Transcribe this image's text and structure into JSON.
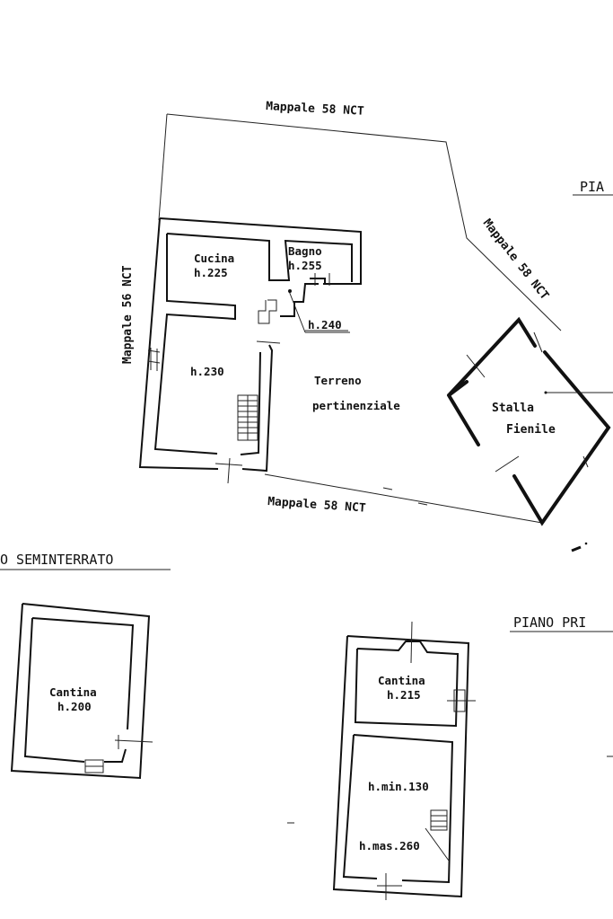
{
  "boundaries": {
    "north": "Mappale 58 NCT",
    "west": "Mappale 56 NCT",
    "east": "Mappale 58 NCT",
    "south": "Mappale 58 NCT"
  },
  "ground_floor": {
    "title_partial": "PIA",
    "rooms": [
      {
        "name": "Cucina",
        "height": "h.225"
      },
      {
        "name": "Bagno",
        "height": "h.255"
      },
      {
        "name": "",
        "height": "h.240"
      },
      {
        "name": "",
        "height": "h.230"
      }
    ],
    "yard": [
      "Terreno",
      "pertinenziale"
    ],
    "stable": [
      "Stalla",
      "Fienile"
    ]
  },
  "basement": {
    "title_partial": "O SEMINTERRATO",
    "room": {
      "name": "Cantina",
      "height": "h.200"
    }
  },
  "first_floor": {
    "title_partial": "PIANO PRI",
    "rooms": [
      {
        "name": "Cantina",
        "height": "h.215"
      },
      {
        "name": "",
        "height": "h.min.130"
      },
      {
        "name": "",
        "height": "h.mas.260"
      }
    ]
  }
}
